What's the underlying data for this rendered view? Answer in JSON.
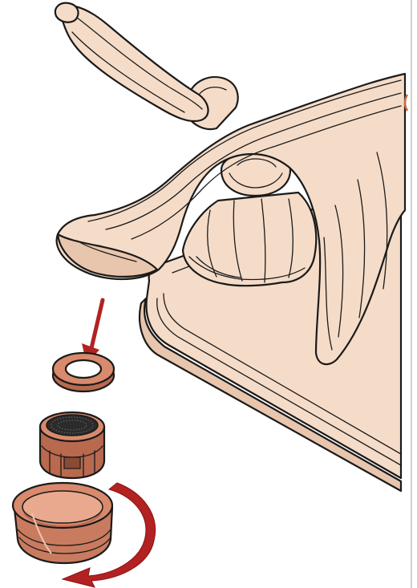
{
  "colors": {
    "faucet_fill": "#f5dcc8",
    "faucet_shadow": "#e8c6ad",
    "part_copper": "#d98a6c",
    "part_copper_dark": "#b8694e",
    "screen_dark": "#2b2b2b",
    "arrow_red": "#b22222",
    "outline": "#1a1a1a",
    "edge_line": "#d0d0d0"
  },
  "icons": {
    "down_arrow": "down-arrow-icon",
    "rotate_arrow": "counterclockwise-rotate-arrow-icon"
  },
  "parts": [
    {
      "name": "washer"
    },
    {
      "name": "aerator-insert"
    },
    {
      "name": "aerator-housing"
    }
  ]
}
